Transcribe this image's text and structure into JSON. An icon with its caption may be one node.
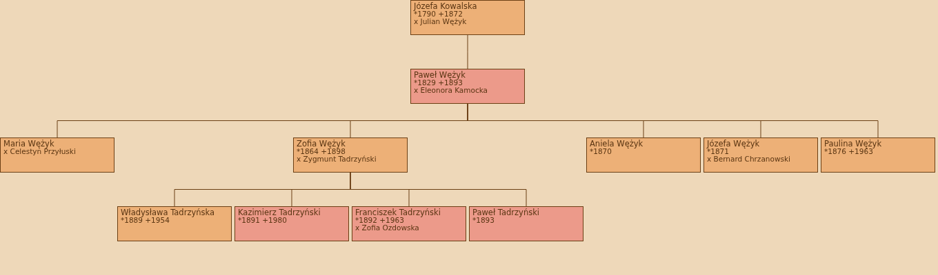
{
  "diagram": {
    "nodes": [
      {
        "text": [
          "Józefa Kowalska",
          "*1790 +1872",
          "x Julian Wężyk"
        ]
      },
      {
        "text": [
          "Paweł Wężyk",
          "*1829 +1893",
          "x Eleonora Kamocka"
        ]
      },
      {
        "text": [
          "Maria Wężyk",
          "x Celestyn Przyłuski"
        ]
      },
      {
        "text": [
          "Zofia Wężyk",
          "*1864 +1898",
          "x Zygmunt Tadrzyński"
        ]
      },
      {
        "text": [
          "Aniela Wężyk",
          "*1870"
        ]
      },
      {
        "text": [
          "Józefa Wężyk",
          "*1871",
          "x Bernard Chrzanowski"
        ]
      },
      {
        "text": [
          "Paulina Wężyk",
          "*1876 +1963"
        ]
      },
      {
        "text": [
          "Władysława Tadrzyńska",
          "*1889 +1954"
        ]
      },
      {
        "text": [
          "Kazimierz Tadrzyński",
          "*1891 +1980"
        ]
      },
      {
        "text": [
          "Franciszek Tadrzyński",
          "*1892 +1963",
          "x Zofia Ozdowska"
        ]
      },
      {
        "text": [
          "Paweł Tadrzyński",
          "*1893"
        ]
      }
    ],
    "edges": [
      {
        "from": 0,
        "to": 1,
        "arrow": "none"
      },
      {
        "from": 1,
        "to": 2,
        "arrow": "none"
      },
      {
        "from": 1,
        "to": 3,
        "arrow": "none"
      },
      {
        "from": 1,
        "to": 4,
        "arrow": "none"
      },
      {
        "from": 1,
        "to": 5,
        "arrow": "none"
      },
      {
        "from": 1,
        "to": 6,
        "arrow": "none"
      },
      {
        "from": 3,
        "to": 7,
        "arrow": "none"
      },
      {
        "from": 3,
        "to": 8,
        "arrow": "none"
      },
      {
        "from": 3,
        "to": 9,
        "arrow": "none"
      },
      {
        "from": 3,
        "to": 10,
        "arrow": "none"
      }
    ]
  }
}
